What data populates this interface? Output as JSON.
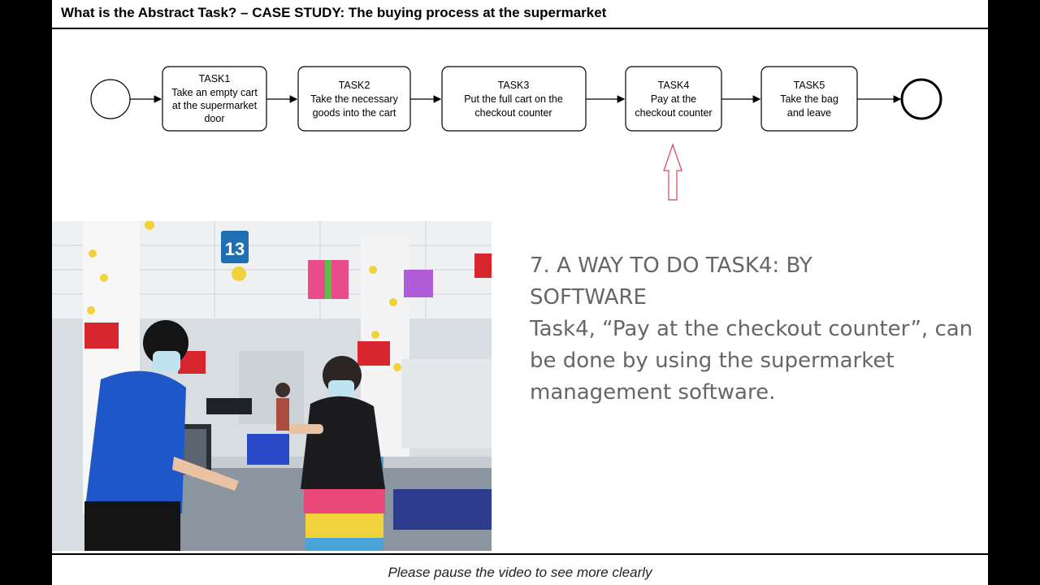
{
  "header": {
    "title": "What is the Abstract Task? – CASE STUDY: The buying process at the supermarket"
  },
  "diagram": {
    "tasks": [
      {
        "id": "TASK1",
        "lines": [
          "Take an empty cart",
          "at the supermarket",
          "door"
        ]
      },
      {
        "id": "TASK2",
        "lines": [
          "Take the necessary",
          "goods into the cart"
        ]
      },
      {
        "id": "TASK3",
        "lines": [
          "Put the full cart on the",
          "checkout counter"
        ]
      },
      {
        "id": "TASK4",
        "lines": [
          "Pay at the",
          "checkout counter"
        ]
      },
      {
        "id": "TASK5",
        "lines": [
          "Take the bag",
          "and leave"
        ]
      }
    ],
    "highlight_task": "TASK4",
    "highlight_color": "#d9435a"
  },
  "content": {
    "heading_line1": "7. A WAY TO DO TASK4: BY",
    "heading_line2": "SOFTWARE",
    "paragraph": "Task4, “Pay at the checkout counter”, can be done by using the supermarket management software."
  },
  "footer": {
    "note": "Please pause the video to see more clearly"
  },
  "photo": {
    "description_icon": "supermarket-checkout-photo"
  }
}
